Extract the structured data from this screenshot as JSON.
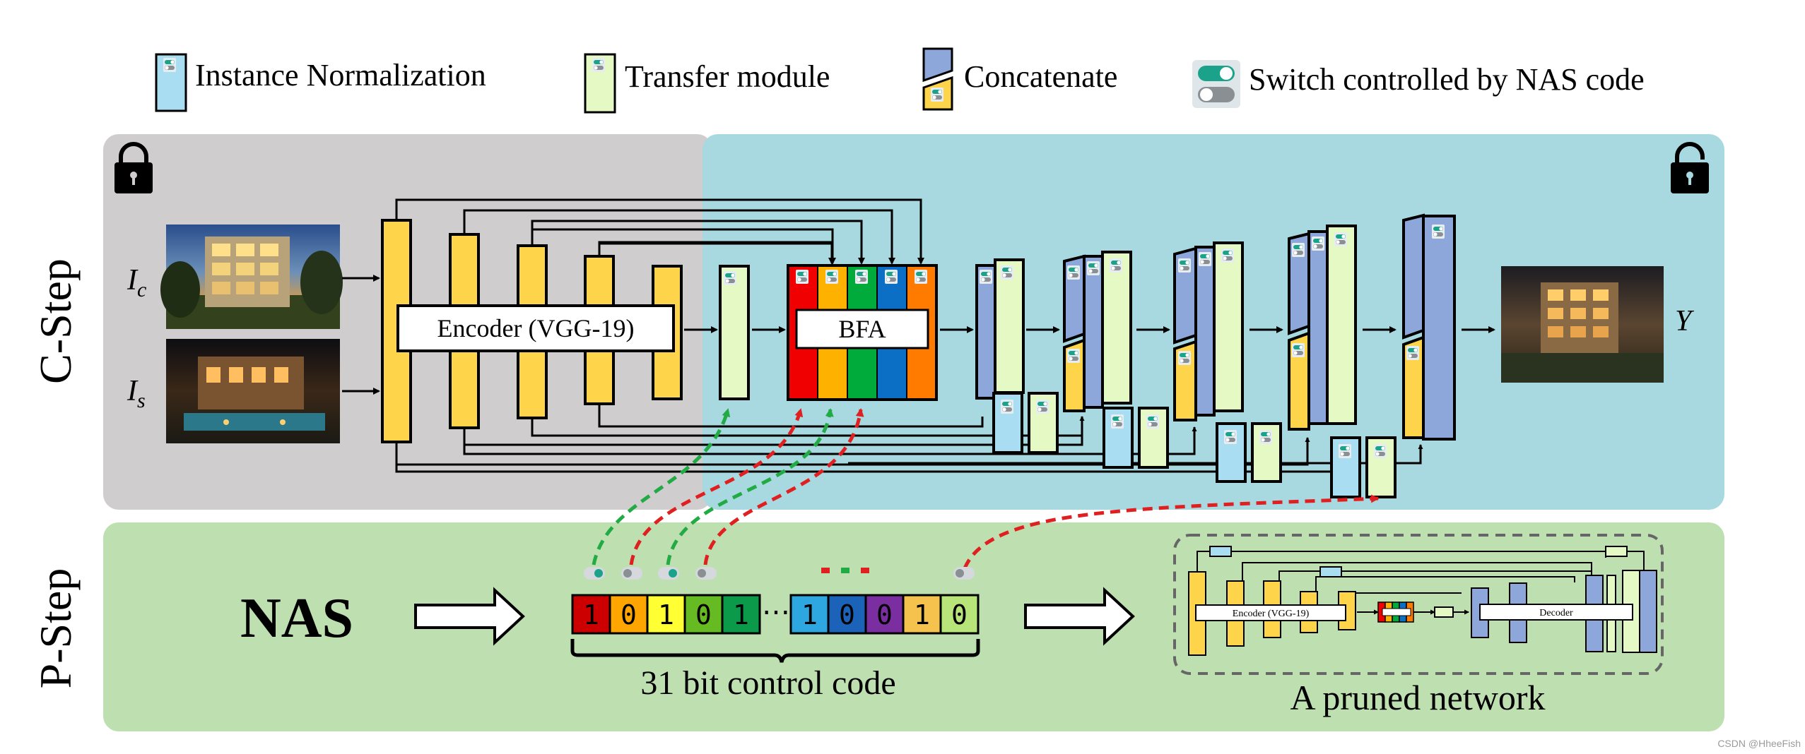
{
  "legend": {
    "instance_norm": "Instance Normalization",
    "transfer": "Transfer module",
    "concat": "Concatenate",
    "switch": "Switch controlled by NAS code"
  },
  "c_step": {
    "label": "C-Step",
    "ic": "I",
    "ic_sub": "c",
    "is": "I",
    "is_sub": "s",
    "encoder": "Encoder (VGG-19)",
    "bfa": "BFA",
    "output": "Y"
  },
  "p_step": {
    "label": "P-Step",
    "nas": "NAS",
    "bits_left": [
      "1",
      "0",
      "1",
      "0",
      "1"
    ],
    "bits_right": [
      "1",
      "0",
      "0",
      "1",
      "0"
    ],
    "ellipsis": "⋯",
    "code_caption": "31 bit control code",
    "mini_encoder": "Encoder (VGG-19)",
    "mini_decoder": "Decoder",
    "pruned_caption": "A pruned network"
  },
  "watermark": "CSDN @HheeFish",
  "colors": {
    "c_step_left_bg": "#cfcdce",
    "c_step_right_bg": "#a8d9e0",
    "p_step_bg": "#bedfb0",
    "encoder_yellow": "#fdd44a",
    "transfer_green": "#e4f9c4",
    "instance_blue": "#a9def2",
    "concat_blue": "#8ea7db",
    "bfa": [
      "#f00000",
      "#ffb100",
      "#00ab3c",
      "#0b6fc6",
      "#ff7b00"
    ],
    "bits_left": [
      "#cc0000",
      "#ffa500",
      "#ffff33",
      "#66bb22",
      "#0b9a4a"
    ],
    "bits_right": [
      "#2ea7e0",
      "#1b63b8",
      "#7a2ea0",
      "#f5c24d",
      "#b8e57a"
    ],
    "arrow_green": "#22aa44",
    "arrow_red": "#e02020"
  }
}
